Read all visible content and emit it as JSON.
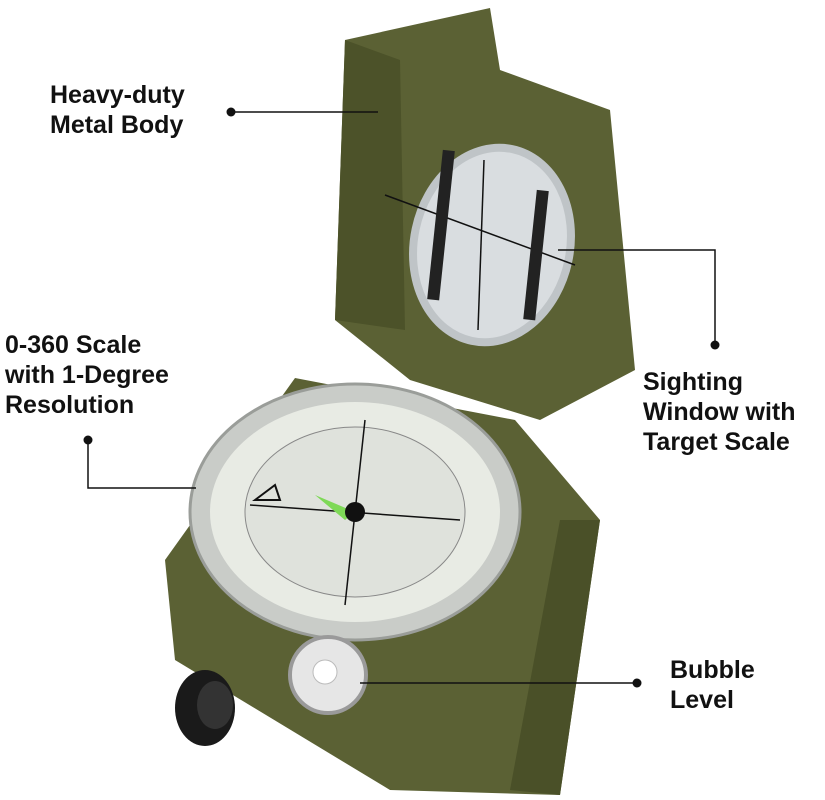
{
  "callouts": {
    "body": {
      "lines": [
        "Heavy-duty",
        "Metal Body"
      ]
    },
    "scale": {
      "lines": [
        "0-360 Scale",
        "with 1-Degree",
        "Resolution"
      ]
    },
    "window": {
      "lines": [
        "Sighting",
        "Window with",
        "Target Scale"
      ]
    },
    "level": {
      "lines": [
        "Bubble",
        "Level"
      ]
    }
  },
  "colors": {
    "olive": "#5b6134",
    "olive_dark": "#3f4423",
    "dial": "#e8ebe4",
    "needle": "#7ed957",
    "line": "#111111"
  }
}
